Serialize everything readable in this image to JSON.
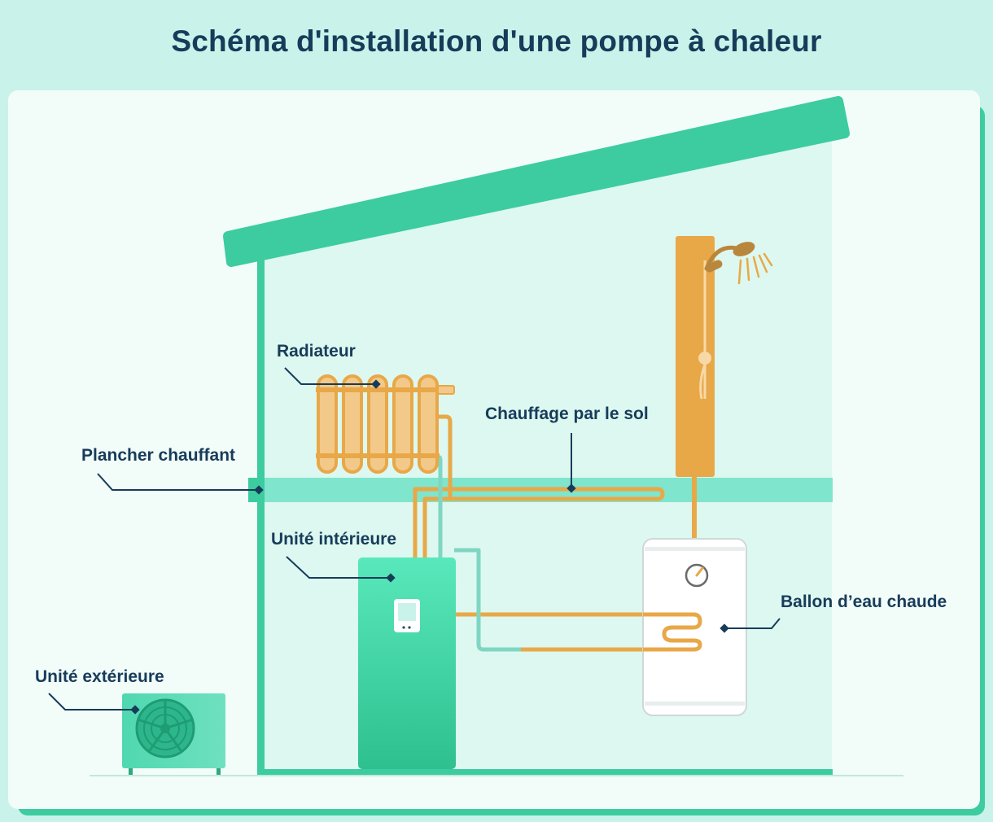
{
  "title": "Schéma d'installation d'une pompe à chaleur",
  "labels": {
    "radiateur": "Radiateur",
    "chauffage_sol": "Chauffage par le sol",
    "plancher": "Plancher chauffant",
    "unite_interieure": "Unité intérieure",
    "ballon": "Ballon d’eau chaude",
    "unite_exterieure": "Unité extérieure"
  },
  "colors": {
    "green": "#3ccca0",
    "light_green": "#7fe5cc",
    "orange": "#e8a848",
    "navy": "#173c5a",
    "background": "#c9f3ea",
    "card": "#f2fcf9"
  }
}
